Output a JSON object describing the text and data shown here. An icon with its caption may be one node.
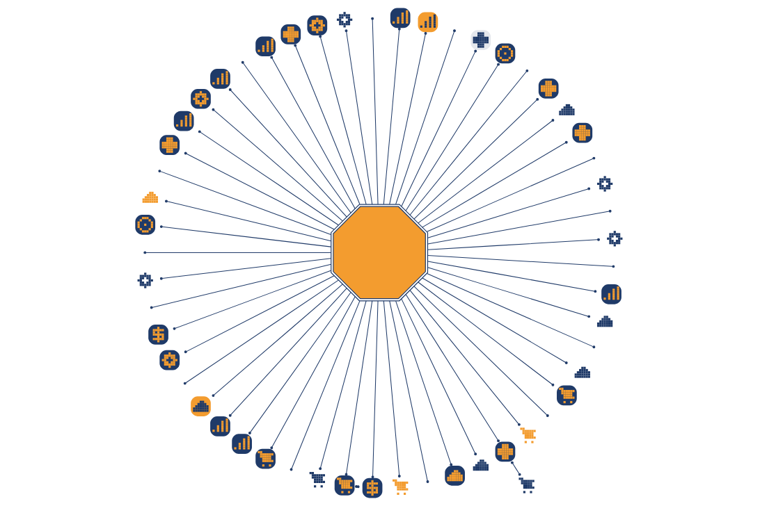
{
  "diagram": {
    "nodes": [
      {
        "text": [],
        "shape": "octagon"
      },
      {
        "text": [],
        "shape": "gear"
      },
      {
        "text": [],
        "shape": "cloud"
      },
      {
        "text": [],
        "shape": "cart"
      },
      {
        "text": [],
        "shape": "cloud"
      },
      {
        "text": [],
        "shape": "plus"
      },
      {
        "text": [],
        "shape": "gear"
      },
      {
        "text": [],
        "shape": "cloud"
      },
      {
        "text": [],
        "shape": "plus"
      },
      {
        "text": [],
        "shape": "chart"
      },
      {
        "text": [],
        "shape": "cart"
      },
      {
        "text": [],
        "shape": "picture"
      },
      {
        "text": [],
        "shape": "cloud"
      },
      {
        "text": [],
        "shape": "plus"
      },
      {
        "text": [],
        "shape": "cart"
      },
      {
        "text": [],
        "shape": "plus"
      },
      {
        "text": [],
        "shape": "chart"
      },
      {
        "text": [],
        "shape": "cloud"
      },
      {
        "text": [],
        "shape": "chart"
      },
      {
        "text": [],
        "shape": "cart"
      },
      {
        "text": [],
        "shape": "gear"
      },
      {
        "text": [],
        "shape": "dollar"
      },
      {
        "text": [],
        "shape": "gear"
      },
      {
        "text": [],
        "shape": "cart"
      },
      {
        "text": [],
        "shape": "plus"
      },
      {
        "text": [],
        "shape": "cart"
      },
      {
        "text": [],
        "shape": "chart"
      },
      {
        "text": [],
        "shape": "cart"
      },
      {
        "text": [],
        "shape": "chart"
      },
      {
        "text": [],
        "shape": "dollar"
      },
      {
        "text": [],
        "shape": "chart"
      },
      {
        "text": [],
        "shape": "picture"
      },
      {
        "text": [],
        "shape": "gear"
      },
      {
        "text": [],
        "shape": "cloud"
      },
      {
        "text": [],
        "shape": "gear"
      },
      {
        "text": [],
        "shape": "chart"
      },
      {
        "text": [],
        "shape": "chart"
      },
      {
        "text": [],
        "shape": "cloud"
      },
      {
        "text": [],
        "shape": "plus"
      },
      {
        "text": [],
        "shape": "gear"
      }
    ],
    "edges": [
      {
        "from": 0,
        "to": 1,
        "arrow": "other"
      },
      {
        "from": 0,
        "to": null,
        "arrow": "other"
      },
      {
        "from": 0,
        "to": 6,
        "arrow": "other"
      },
      {
        "from": 0,
        "to": null,
        "arrow": "other"
      },
      {
        "from": 0,
        "to": 8,
        "arrow": "other"
      },
      {
        "from": 0,
        "to": 2,
        "arrow": "other"
      },
      {
        "from": 0,
        "to": 5,
        "arrow": "other"
      },
      {
        "from": 0,
        "to": null,
        "arrow": "other"
      },
      {
        "from": 0,
        "to": 11,
        "arrow": "other"
      },
      {
        "from": 0,
        "to": 13,
        "arrow": "other"
      },
      {
        "from": 0,
        "to": null,
        "arrow": "other"
      },
      {
        "from": 0,
        "to": 16,
        "arrow": "other"
      },
      {
        "from": 0,
        "to": 18,
        "arrow": "other"
      },
      {
        "from": 0,
        "to": null,
        "arrow": "other"
      },
      {
        "from": 0,
        "to": 20,
        "arrow": "other"
      },
      {
        "from": 0,
        "to": 22,
        "arrow": "other"
      },
      {
        "from": 0,
        "to": 24,
        "arrow": "other"
      },
      {
        "from": 0,
        "to": 26,
        "arrow": "other"
      },
      {
        "from": 0,
        "to": null,
        "arrow": "other"
      },
      {
        "from": 0,
        "to": 28,
        "arrow": "other"
      },
      {
        "from": 0,
        "to": 32,
        "arrow": "other"
      },
      {
        "from": 0,
        "to": 36,
        "arrow": "other"
      },
      {
        "from": 0,
        "to": 38,
        "arrow": "other"
      },
      {
        "from": 0,
        "to": null,
        "arrow": "other"
      },
      {
        "from": 0,
        "to": 33,
        "arrow": "other"
      },
      {
        "from": 0,
        "to": 31,
        "arrow": "other"
      },
      {
        "from": 0,
        "to": null,
        "arrow": "other"
      },
      {
        "from": 0,
        "to": 39,
        "arrow": "other"
      },
      {
        "from": 0,
        "to": null,
        "arrow": "other"
      },
      {
        "from": 0,
        "to": 29,
        "arrow": "other"
      },
      {
        "from": 0,
        "to": 34,
        "arrow": "other"
      },
      {
        "from": 0,
        "to": null,
        "arrow": "other"
      },
      {
        "from": 0,
        "to": 37,
        "arrow": "other"
      },
      {
        "from": 0,
        "to": 35,
        "arrow": "other"
      },
      {
        "from": 0,
        "to": 30,
        "arrow": "other"
      },
      {
        "from": 0,
        "to": 27,
        "arrow": "other"
      },
      {
        "from": 0,
        "to": null,
        "arrow": "other"
      },
      {
        "from": 0,
        "to": 25,
        "arrow": "other"
      },
      {
        "from": 0,
        "to": 23,
        "arrow": "other"
      },
      {
        "from": 0,
        "to": 21,
        "arrow": "other"
      },
      {
        "from": 21,
        "to": 23,
        "arrow": "other"
      },
      {
        "from": 0,
        "to": 19,
        "arrow": "other"
      },
      {
        "from": 0,
        "to": null,
        "arrow": "other"
      },
      {
        "from": 0,
        "to": 17,
        "arrow": "other"
      },
      {
        "from": 0,
        "to": 12,
        "arrow": "other"
      },
      {
        "from": 0,
        "to": 15,
        "arrow": "other"
      },
      {
        "from": 15,
        "to": 14,
        "arrow": "other"
      },
      {
        "from": 0,
        "to": 10,
        "arrow": "other"
      },
      {
        "from": 0,
        "to": null,
        "arrow": "other"
      },
      {
        "from": 0,
        "to": 3,
        "arrow": "other"
      },
      {
        "from": 0,
        "to": 4,
        "arrow": "other"
      },
      {
        "from": 0,
        "to": null,
        "arrow": "other"
      },
      {
        "from": 0,
        "to": 7,
        "arrow": "other"
      },
      {
        "from": 0,
        "to": 9,
        "arrow": "other"
      },
      {
        "from": 0,
        "to": null,
        "arrow": "other"
      }
    ]
  }
}
